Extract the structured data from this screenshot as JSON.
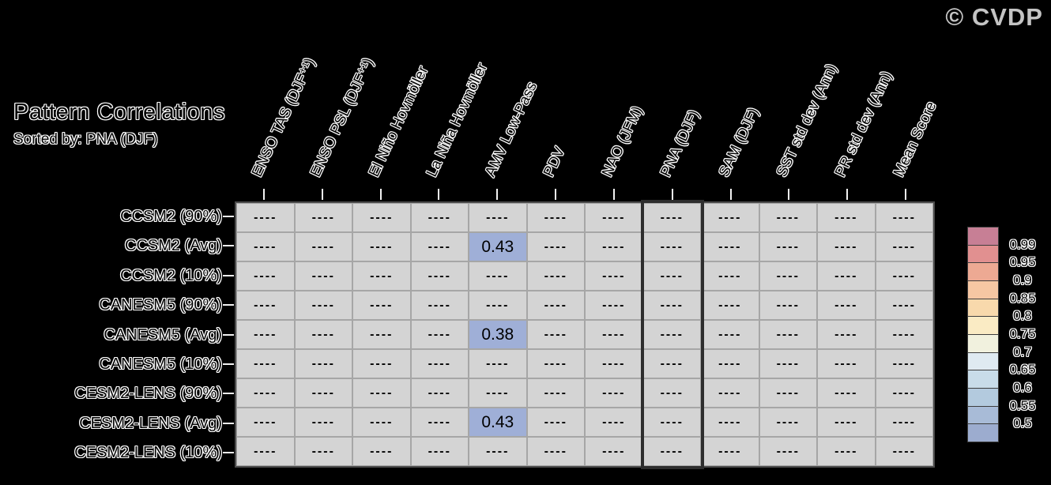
{
  "title": "Pattern Correlations",
  "subtitle": "Sorted by: PNA (DJF)",
  "watermark": "© CVDP",
  "chart_data": {
    "type": "heatmap",
    "columns": [
      "ENSO TAS (DJF⁺¹)",
      "ENSO PSL (DJF⁺¹)",
      "El Niño Hovmöller",
      "La Niña Hovmöller",
      "AMV Low-Pass",
      "PDV",
      "NAO (JFM)",
      "PNA (DJF)",
      "SAM (DJF)",
      "SST std dev (Ann)",
      "PR std dev (Ann)",
      "Mean Score"
    ],
    "rows": [
      "CCSM2 (90%)",
      "CCSM2 (Avg)",
      "CCSM2 (10%)",
      "CANESM5 (90%)",
      "CANESM5 (Avg)",
      "CANESM5 (10%)",
      "CESM2-LENS (90%)",
      "CESM2-LENS (Avg)",
      "CESM2-LENS (10%)"
    ],
    "missing_marker": "----",
    "values": [
      [
        "----",
        "----",
        "----",
        "----",
        "----",
        "----",
        "----",
        "----",
        "----",
        "----",
        "----",
        "----"
      ],
      [
        "----",
        "----",
        "----",
        "----",
        0.43,
        "----",
        "----",
        "----",
        "----",
        "----",
        "----",
        "----"
      ],
      [
        "----",
        "----",
        "----",
        "----",
        "----",
        "----",
        "----",
        "----",
        "----",
        "----",
        "----",
        "----"
      ],
      [
        "----",
        "----",
        "----",
        "----",
        "----",
        "----",
        "----",
        "----",
        "----",
        "----",
        "----",
        "----"
      ],
      [
        "----",
        "----",
        "----",
        "----",
        0.38,
        "----",
        "----",
        "----",
        "----",
        "----",
        "----",
        "----"
      ],
      [
        "----",
        "----",
        "----",
        "----",
        "----",
        "----",
        "----",
        "----",
        "----",
        "----",
        "----",
        "----"
      ],
      [
        "----",
        "----",
        "----",
        "----",
        "----",
        "----",
        "----",
        "----",
        "----",
        "----",
        "----",
        "----"
      ],
      [
        "----",
        "----",
        "----",
        "----",
        0.43,
        "----",
        "----",
        "----",
        "----",
        "----",
        "----",
        "----"
      ],
      [
        "----",
        "----",
        "----",
        "----",
        "----",
        "----",
        "----",
        "----",
        "----",
        "----",
        "----",
        "----"
      ]
    ],
    "colored_cells": [
      {
        "row": "CCSM2 (Avg)",
        "column": "AMV Low-Pass",
        "value": 0.43
      },
      {
        "row": "CANESM5 (Avg)",
        "column": "AMV Low-Pass",
        "value": 0.38
      },
      {
        "row": "CESM2-LENS (Avg)",
        "column": "AMV Low-Pass",
        "value": 0.43
      }
    ],
    "highlighted_column": "PNA (DJF)",
    "highlighted_column_index": 7,
    "legend": {
      "position": "right",
      "boundary_labels": [
        "0.99",
        "0.95",
        "0.9",
        "0.85",
        "0.8",
        "0.75",
        "0.7",
        "0.65",
        "0.6",
        "0.55",
        "0.5"
      ],
      "colors_top_to_bottom": [
        "#c77f95",
        "#e19090",
        "#eda993",
        "#f6c7a3",
        "#f8d9ac",
        "#faebc4",
        "#f1f1de",
        "#dfeaf1",
        "#c8dce9",
        "#b3cade",
        "#a8bbd7",
        "#9caccf"
      ]
    },
    "colors": {
      "background": "#000000",
      "cell_background": "#d4d4d4",
      "grid_line": "#a6a6a6",
      "outer_border": "#4c4c4c",
      "highlight_border": "#2e2e2e",
      "value_cell_background": "#9fafd7",
      "tick": "#f2f2f2",
      "watermark_text": "#c4c4c4"
    }
  }
}
